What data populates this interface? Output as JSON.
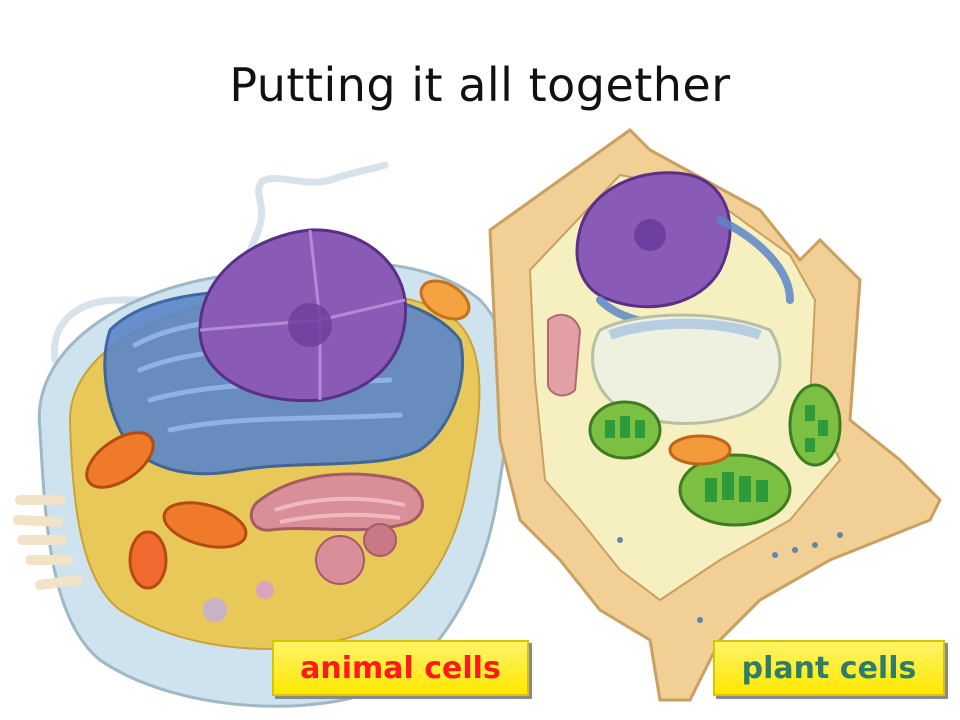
{
  "slide": {
    "title": "Putting it all together"
  },
  "labels": {
    "animal": "animal cells",
    "plant": "plant cells"
  },
  "colors": {
    "animal_label_text": "#ff1a1a",
    "plant_label_text": "#2e7d6a",
    "label_background": "#ffee33"
  }
}
